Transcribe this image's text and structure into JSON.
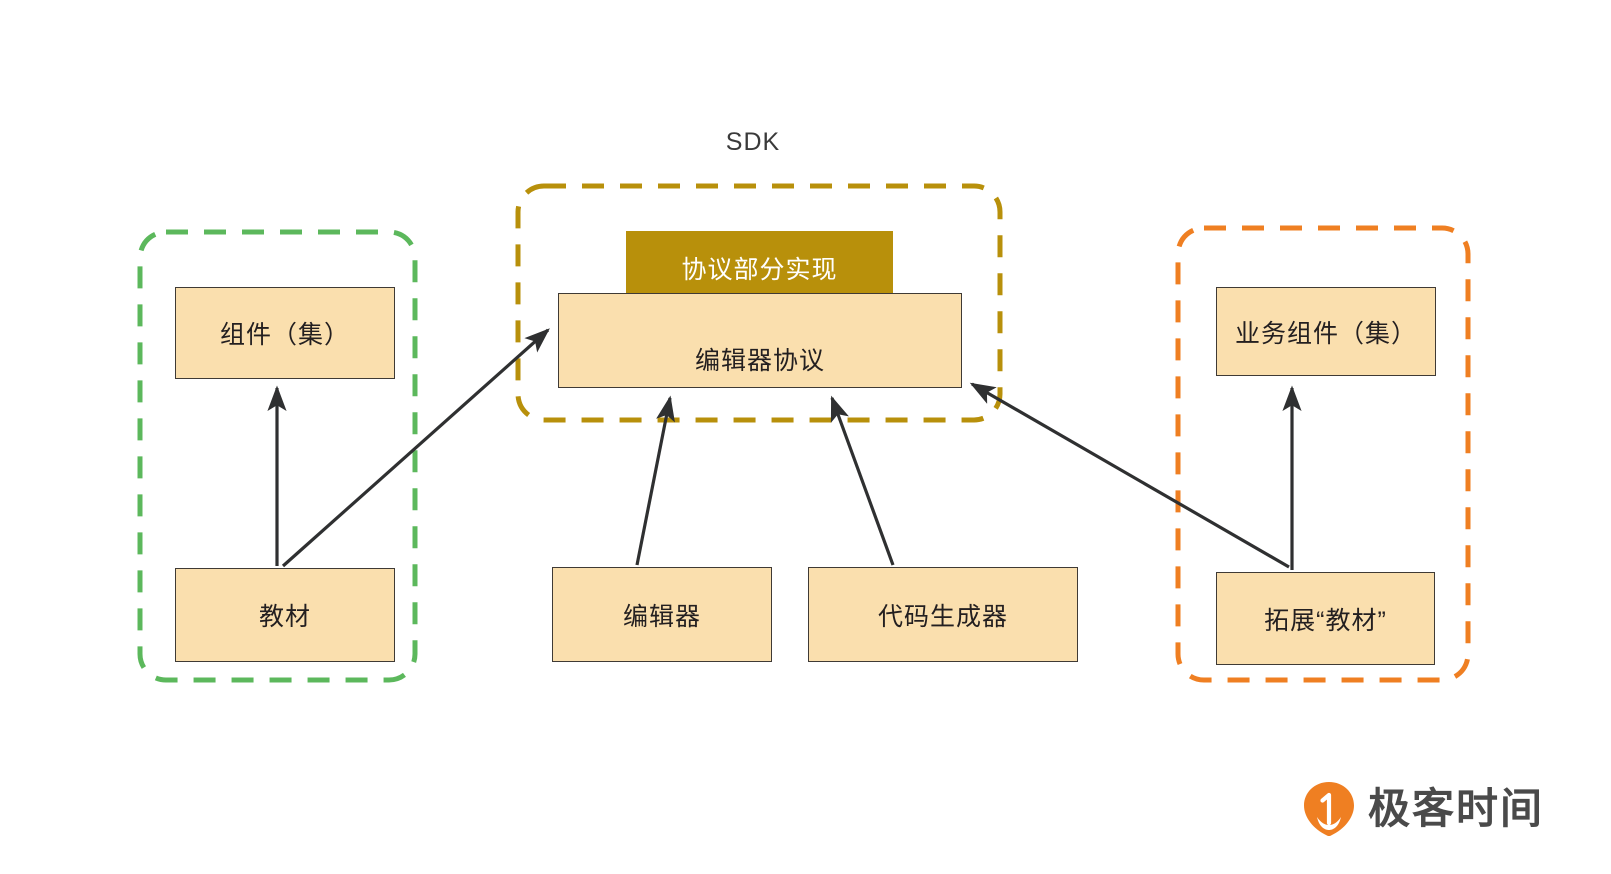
{
  "diagram": {
    "groups": [
      {
        "id": "left-group",
        "label": "",
        "color": "#5cb85c",
        "style": "dashed"
      },
      {
        "id": "sdk-group",
        "label": "SDK",
        "color": "#b8900b",
        "style": "dashed"
      },
      {
        "id": "right-group",
        "label": "",
        "color": "#ef7f22",
        "style": "dashed"
      }
    ],
    "nodes": [
      {
        "id": "component-set",
        "label": "组件（集）",
        "fill": "#fadfae",
        "text_color": "#231f20"
      },
      {
        "id": "teaching-material",
        "label": "教材",
        "fill": "#fadfae",
        "text_color": "#231f20"
      },
      {
        "id": "protocol-partial",
        "label": "协议部分实现",
        "fill": "#b8900b",
        "text_color": "#ffffff"
      },
      {
        "id": "editor-protocol",
        "label": "编辑器协议",
        "fill": "#fadfae",
        "text_color": "#231f20"
      },
      {
        "id": "editor",
        "label": "编辑器",
        "fill": "#fadfae",
        "text_color": "#231f20"
      },
      {
        "id": "code-generator",
        "label": "代码生成器",
        "fill": "#fadfae",
        "text_color": "#231f20"
      },
      {
        "id": "business-component-set",
        "label": "业务组件（集）",
        "fill": "#fadfae",
        "text_color": "#231f20"
      },
      {
        "id": "extended-material",
        "label": "拓展“教材”",
        "fill": "#fadfae",
        "text_color": "#231f20"
      }
    ],
    "edges": [
      {
        "from": "teaching-material",
        "to": "component-set"
      },
      {
        "from": "teaching-material",
        "to": "editor-protocol"
      },
      {
        "from": "editor",
        "to": "editor-protocol"
      },
      {
        "from": "code-generator",
        "to": "editor-protocol"
      },
      {
        "from": "extended-material",
        "to": "editor-protocol"
      },
      {
        "from": "extended-material",
        "to": "business-component-set"
      }
    ],
    "sdk_title": "SDK",
    "arrow_color": "#2f3031"
  },
  "branding": {
    "logo_text": "极客时间",
    "logo_mark_color": "#ef7f22"
  }
}
